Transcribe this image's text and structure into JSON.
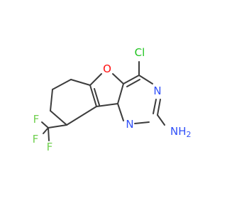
{
  "molecule": {
    "atoms": {
      "oxygen": {
        "symbol": "O",
        "color": "#ff0d0d"
      },
      "chlorine": {
        "symbol": "Cl",
        "color": "#1ec31e"
      },
      "nitrogen_top": {
        "symbol": "N",
        "color": "#3050f8"
      },
      "nitrogen_bottom": {
        "symbol": "N",
        "color": "#3050f8"
      },
      "amine": {
        "symbol": "NH",
        "subscript": "2",
        "color": "#3050f8"
      },
      "fluorine_1": {
        "symbol": "F",
        "color": "#70d050"
      },
      "fluorine_2": {
        "symbol": "F",
        "color": "#70d050"
      },
      "fluorine_3": {
        "symbol": "F",
        "color": "#70d050"
      }
    },
    "bond_color": "#3c3c3c"
  }
}
